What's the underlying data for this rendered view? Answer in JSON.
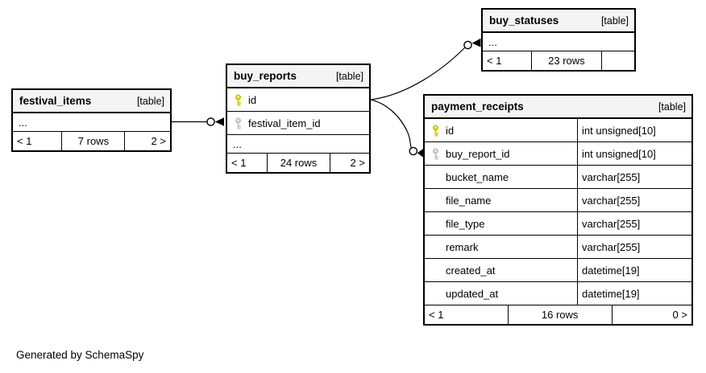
{
  "diagram": {
    "generator_note": "Generated by SchemaSpy",
    "colors": {
      "header_bg": "#f4f4f4",
      "border": "#000000",
      "pk_key_color": "#cccc00",
      "fk_key_color": "#c4c4c4",
      "line_color": "#000000"
    },
    "tables": [
      {
        "name": "festival_items",
        "tag": "[table]",
        "rows": [
          {
            "label": "...",
            "key": "none",
            "type": ""
          }
        ],
        "footer": {
          "left": "< 1",
          "center": "7 rows",
          "right": "2 >"
        }
      },
      {
        "name": "buy_reports",
        "tag": "[table]",
        "rows": [
          {
            "label": "id",
            "key": "primary",
            "type": ""
          },
          {
            "label": "festival_item_id",
            "key": "foreign",
            "type": ""
          },
          {
            "label": "...",
            "key": "none",
            "type": ""
          }
        ],
        "footer": {
          "left": "< 1",
          "center": "24 rows",
          "right": "2 >"
        }
      },
      {
        "name": "buy_statuses",
        "tag": "[table]",
        "rows": [
          {
            "label": "...",
            "key": "none",
            "type": ""
          }
        ],
        "footer": {
          "left": "< 1",
          "center": "23 rows",
          "right": ""
        }
      },
      {
        "name": "payment_receipts",
        "tag": "[table]",
        "rows": [
          {
            "label": "id",
            "key": "primary",
            "type": "int unsigned[10]"
          },
          {
            "label": "buy_report_id",
            "key": "foreign",
            "type": "int unsigned[10]"
          },
          {
            "label": "bucket_name",
            "key": "none",
            "type": "varchar[255]"
          },
          {
            "label": "file_name",
            "key": "none",
            "type": "varchar[255]"
          },
          {
            "label": "file_type",
            "key": "none",
            "type": "varchar[255]"
          },
          {
            "label": "remark",
            "key": "none",
            "type": "varchar[255]"
          },
          {
            "label": "created_at",
            "key": "none",
            "type": "datetime[19]"
          },
          {
            "label": "updated_at",
            "key": "none",
            "type": "datetime[19]"
          }
        ],
        "footer": {
          "left": "< 1",
          "center": "16 rows",
          "right": "0 >"
        }
      }
    ],
    "relationships": [
      {
        "from": "festival_items",
        "to": "buy_reports.festival_item_id"
      },
      {
        "from": "buy_reports.id",
        "to": "buy_statuses.…"
      },
      {
        "from": "buy_reports.id",
        "to": "payment_receipts.buy_report_id"
      }
    ]
  }
}
